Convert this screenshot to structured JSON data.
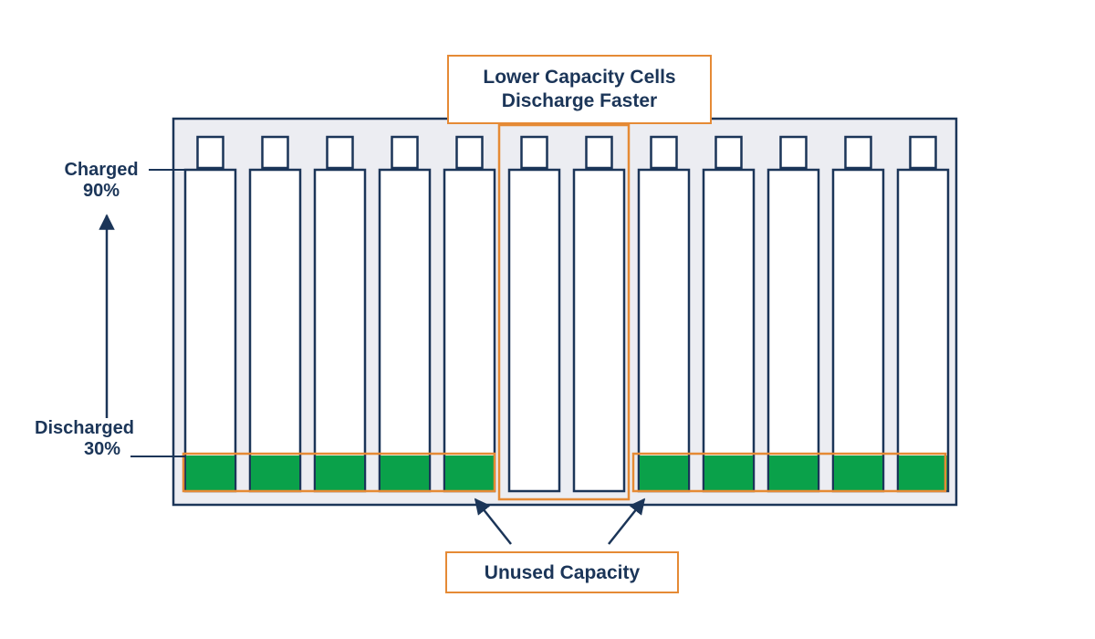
{
  "labels": {
    "charged_line1": "Charged",
    "charged_line2": "90%",
    "discharged_line1": "Discharged",
    "discharged_line2": "30%"
  },
  "callouts": {
    "lower_capacity_line1": "Lower Capacity Cells",
    "lower_capacity_line2": "Discharge Faster",
    "unused_capacity": "Unused Capacity"
  },
  "cells": [
    {
      "id": 1,
      "unused_capacity": true
    },
    {
      "id": 2,
      "unused_capacity": true
    },
    {
      "id": 3,
      "unused_capacity": true
    },
    {
      "id": 4,
      "unused_capacity": true
    },
    {
      "id": 5,
      "unused_capacity": true
    },
    {
      "id": 6,
      "unused_capacity": false,
      "lower_capacity": true
    },
    {
      "id": 7,
      "unused_capacity": false,
      "lower_capacity": true
    },
    {
      "id": 8,
      "unused_capacity": true
    },
    {
      "id": 9,
      "unused_capacity": true
    },
    {
      "id": 10,
      "unused_capacity": true
    },
    {
      "id": 11,
      "unused_capacity": true
    },
    {
      "id": 12,
      "unused_capacity": true
    }
  ],
  "colors": {
    "outline": "#1b3558",
    "pack_fill": "#ecedf2",
    "unused_fill": "#0aa14a",
    "highlight": "#e58a35"
  }
}
